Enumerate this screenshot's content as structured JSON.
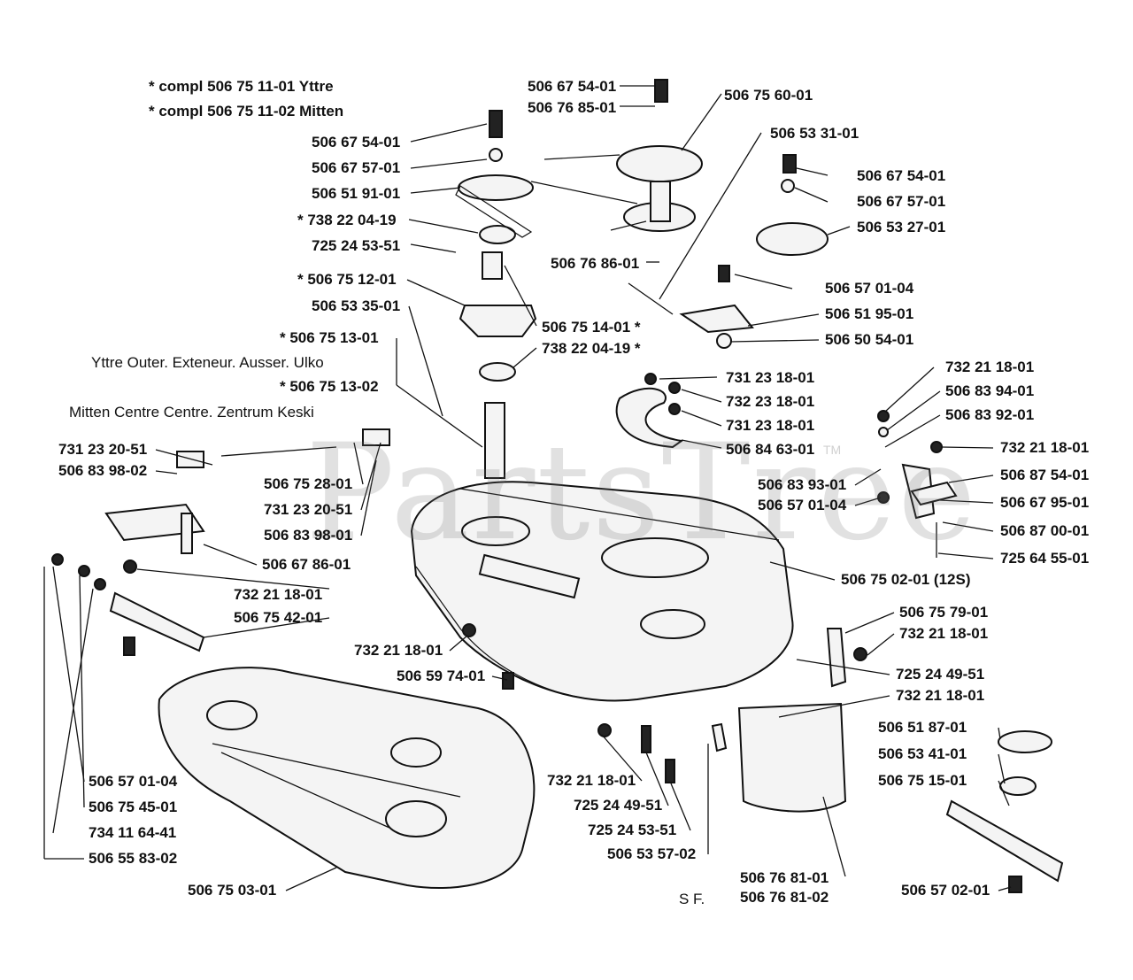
{
  "watermark": "PartsTree",
  "trademark": "TM",
  "notes": {
    "compl_1": "* compl 506 75 11-01 Yttre",
    "compl_2": "* compl 506 75 11-02 Mitten",
    "outer_variant": "Yttre  Outer. Exteneur. Ausser. Ulko",
    "center_variant": "Mitten  Centre  Centre. Zentrum  Keski",
    "sf": "S F."
  },
  "labels": [
    {
      "id": "p01",
      "text": "506 67 54-01"
    },
    {
      "id": "p02",
      "text": "506 76 85-01"
    },
    {
      "id": "p03",
      "text": "506 75 60-01"
    },
    {
      "id": "p04",
      "text": "506 53 31-01"
    },
    {
      "id": "p05",
      "text": "506 67 54-01"
    },
    {
      "id": "p06",
      "text": "506 67 57-01"
    },
    {
      "id": "p07",
      "text": "506 51 91-01"
    },
    {
      "id": "p08",
      "text": "* 738 22 04-19"
    },
    {
      "id": "p09",
      "text": "725 24 53-51"
    },
    {
      "id": "p10",
      "text": "* 506 75 12-01"
    },
    {
      "id": "p11",
      "text": "506 53 35-01"
    },
    {
      "id": "p12",
      "text": "506 67 54-01"
    },
    {
      "id": "p13",
      "text": "506 67 57-01"
    },
    {
      "id": "p14",
      "text": "506 53 27-01"
    },
    {
      "id": "p15",
      "text": "506 76 86-01"
    },
    {
      "id": "p16",
      "text": "506 57 01-04"
    },
    {
      "id": "p17",
      "text": "506 51 95-01"
    },
    {
      "id": "p18",
      "text": "506 75 14-01 *"
    },
    {
      "id": "p19",
      "text": "738 22 04-19 *"
    },
    {
      "id": "p20",
      "text": "506 50 54-01"
    },
    {
      "id": "p21",
      "text": "* 506 75 13-01"
    },
    {
      "id": "p22",
      "text": "* 506 75 13-02"
    },
    {
      "id": "p23",
      "text": "731 23 18-01"
    },
    {
      "id": "p24",
      "text": "732 23 18-01"
    },
    {
      "id": "p25",
      "text": "731 23 18-01"
    },
    {
      "id": "p26",
      "text": "506 84 63-01"
    },
    {
      "id": "p27",
      "text": "732 21 18-01"
    },
    {
      "id": "p28",
      "text": "506 83 94-01"
    },
    {
      "id": "p29",
      "text": "506 83 92-01"
    },
    {
      "id": "p30",
      "text": "732 21 18-01"
    },
    {
      "id": "p31",
      "text": "506 87 54-01"
    },
    {
      "id": "p32",
      "text": "506 67 95-01"
    },
    {
      "id": "p33",
      "text": "506 87 00-01"
    },
    {
      "id": "p34",
      "text": "725 64 55-01"
    },
    {
      "id": "p35",
      "text": "506 83 93-01"
    },
    {
      "id": "p36",
      "text": "506 57 01-04"
    },
    {
      "id": "p37",
      "text": "731 23 20-51"
    },
    {
      "id": "p38",
      "text": "506 83 98-02"
    },
    {
      "id": "p39",
      "text": "506 75 28-01"
    },
    {
      "id": "p40",
      "text": "731 23 20-51"
    },
    {
      "id": "p41",
      "text": "506 83 98-01"
    },
    {
      "id": "p42",
      "text": "506 67 86-01"
    },
    {
      "id": "p43",
      "text": "732 21 18-01"
    },
    {
      "id": "p44",
      "text": "506 75 42-01"
    },
    {
      "id": "p45",
      "text": "506 75 02-01 (12S)"
    },
    {
      "id": "p46",
      "text": "732 21 18-01"
    },
    {
      "id": "p47",
      "text": "506 59 74-01"
    },
    {
      "id": "p48",
      "text": "506 75 79-01"
    },
    {
      "id": "p49",
      "text": "732 21 18-01"
    },
    {
      "id": "p50",
      "text": "725 24 49-51"
    },
    {
      "id": "p51",
      "text": "732 21 18-01"
    },
    {
      "id": "p52",
      "text": "506 51 87-01"
    },
    {
      "id": "p53",
      "text": "506 53 41-01"
    },
    {
      "id": "p54",
      "text": "506 75 15-01"
    },
    {
      "id": "p55",
      "text": "506 57 01-04"
    },
    {
      "id": "p56",
      "text": "506 75 45-01"
    },
    {
      "id": "p57",
      "text": "734 11 64-41"
    },
    {
      "id": "p58",
      "text": "506 55 83-02"
    },
    {
      "id": "p59",
      "text": "732 21 18-01"
    },
    {
      "id": "p60",
      "text": "725 24 49-51"
    },
    {
      "id": "p61",
      "text": "725 24 53-51"
    },
    {
      "id": "p62",
      "text": "506 53 57-02"
    },
    {
      "id": "p63",
      "text": "506 75 03-01"
    },
    {
      "id": "p64",
      "text": "506 76 81-01"
    },
    {
      "id": "p65",
      "text": "506 76 81-02"
    },
    {
      "id": "p66",
      "text": "506 57 02-01"
    }
  ]
}
